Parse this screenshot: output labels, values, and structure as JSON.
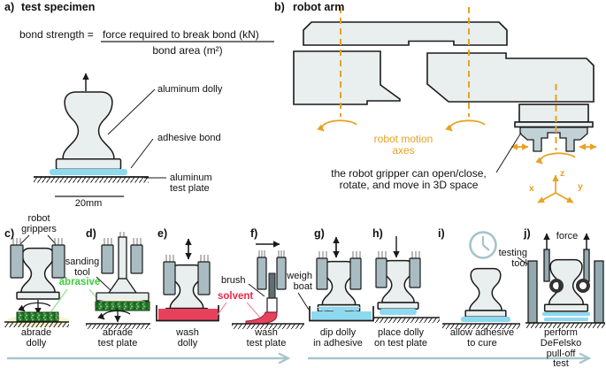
{
  "figure": {
    "panel_a": {
      "letter": "a)",
      "title": "test specimen",
      "formula_lhs": "bond strength =",
      "formula_numerator": "force required to break bond (kN)",
      "formula_denominator": "bond area (m²)",
      "label_dolly": "aluminum dolly",
      "label_bond": "adhesive bond",
      "label_plate": "aluminum\ntest plate",
      "scale": "20mm"
    },
    "panel_b": {
      "letter": "b)",
      "title": "robot arm",
      "label_axes": "robot motion\naxes",
      "note": "the robot gripper can open/close,\nrotate, and move in 3D space",
      "axis_x": "x",
      "axis_y": "y",
      "axis_z": "z"
    },
    "panel_c": {
      "letter": "c)",
      "label_grippers": "robot\ngrippers",
      "caption": "abrade\ndolly"
    },
    "panel_d": {
      "letter": "d)",
      "label_tool": "sanding\ntool",
      "label_abrasive": "abrasive",
      "caption": "abrade\ntest plate"
    },
    "panel_e": {
      "letter": "e)",
      "caption": "wash\ndolly"
    },
    "panel_f": {
      "letter": "f)",
      "label_brush": "brush",
      "label_solvent": "solvent",
      "caption": "wash\ntest plate"
    },
    "panel_g": {
      "letter": "g)",
      "label_weigh_boat": "weigh\nboat",
      "caption": "dip dolly\nin adhesive"
    },
    "panel_h": {
      "letter": "h)",
      "caption": "place dolly\non test plate"
    },
    "panel_i": {
      "letter": "i)",
      "caption": "allow adhesive\nto cure"
    },
    "panel_j": {
      "letter": "j)",
      "label_force": "force",
      "label_testing_tool": "testing\ntool",
      "caption": "perform DeFelsko\npull-off test"
    }
  },
  "colors": {
    "outline": "#1a1a1a",
    "metal-fill": "#e9efee",
    "gripper-grey": "#a9bcc2",
    "dark-grey": "#93a9b0",
    "accent-orange": "#e8a222",
    "abrasive-green-text": "#3ecc3e",
    "abrasive-leader-green": "#8ce08c",
    "abrasive-dark-green": "#2e7d32",
    "solvent-red": "#e8415c",
    "solvent-text-red": "#e8294a",
    "adhesive-cyan": "#8dd9f0",
    "steel-blue": "#a7c4cd",
    "glow-yellow": "#fbf3cf"
  }
}
